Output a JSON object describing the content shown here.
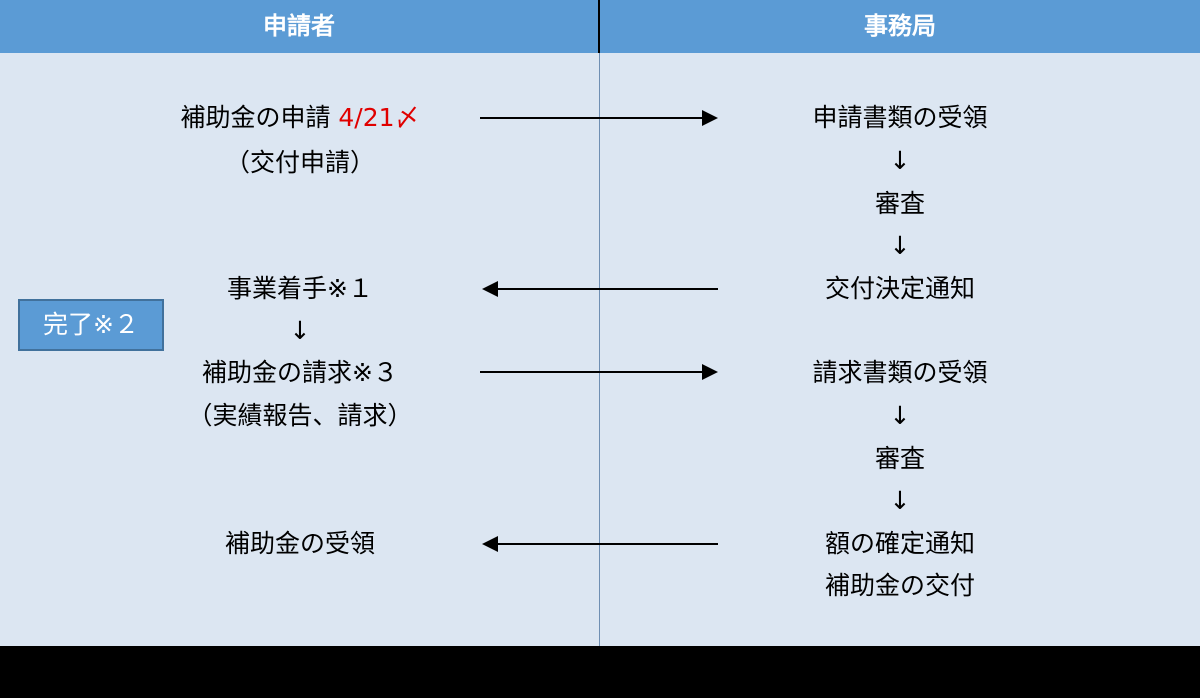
{
  "columns": {
    "applicant": "申請者",
    "office": "事務局"
  },
  "applicant": {
    "step1_text": "補助金の申請",
    "step1_deadline": "4/21〆",
    "step1_sub": "（交付申請）",
    "step2": "事業着手※１",
    "down_arrow": "↓",
    "step3": "補助金の請求※３",
    "step3_sub": "（実績報告、請求）",
    "step4": "補助金の受領"
  },
  "office": {
    "receive_application": "申請書類の受領",
    "arrow1": "↓",
    "review1": "審査",
    "arrow2": "↓",
    "grant_decision": "交付決定通知",
    "receive_claim": "請求書類の受領",
    "arrow3": "↓",
    "review2": "審査",
    "arrow4": "↓",
    "amount_confirm": "額の確定通知",
    "grant_payment": "補助金の交付"
  },
  "badge": "完了※２",
  "colors": {
    "header": "#5b9bd5",
    "cell": "#dce6f2",
    "deadline": "#e00000",
    "background": "#000000"
  }
}
